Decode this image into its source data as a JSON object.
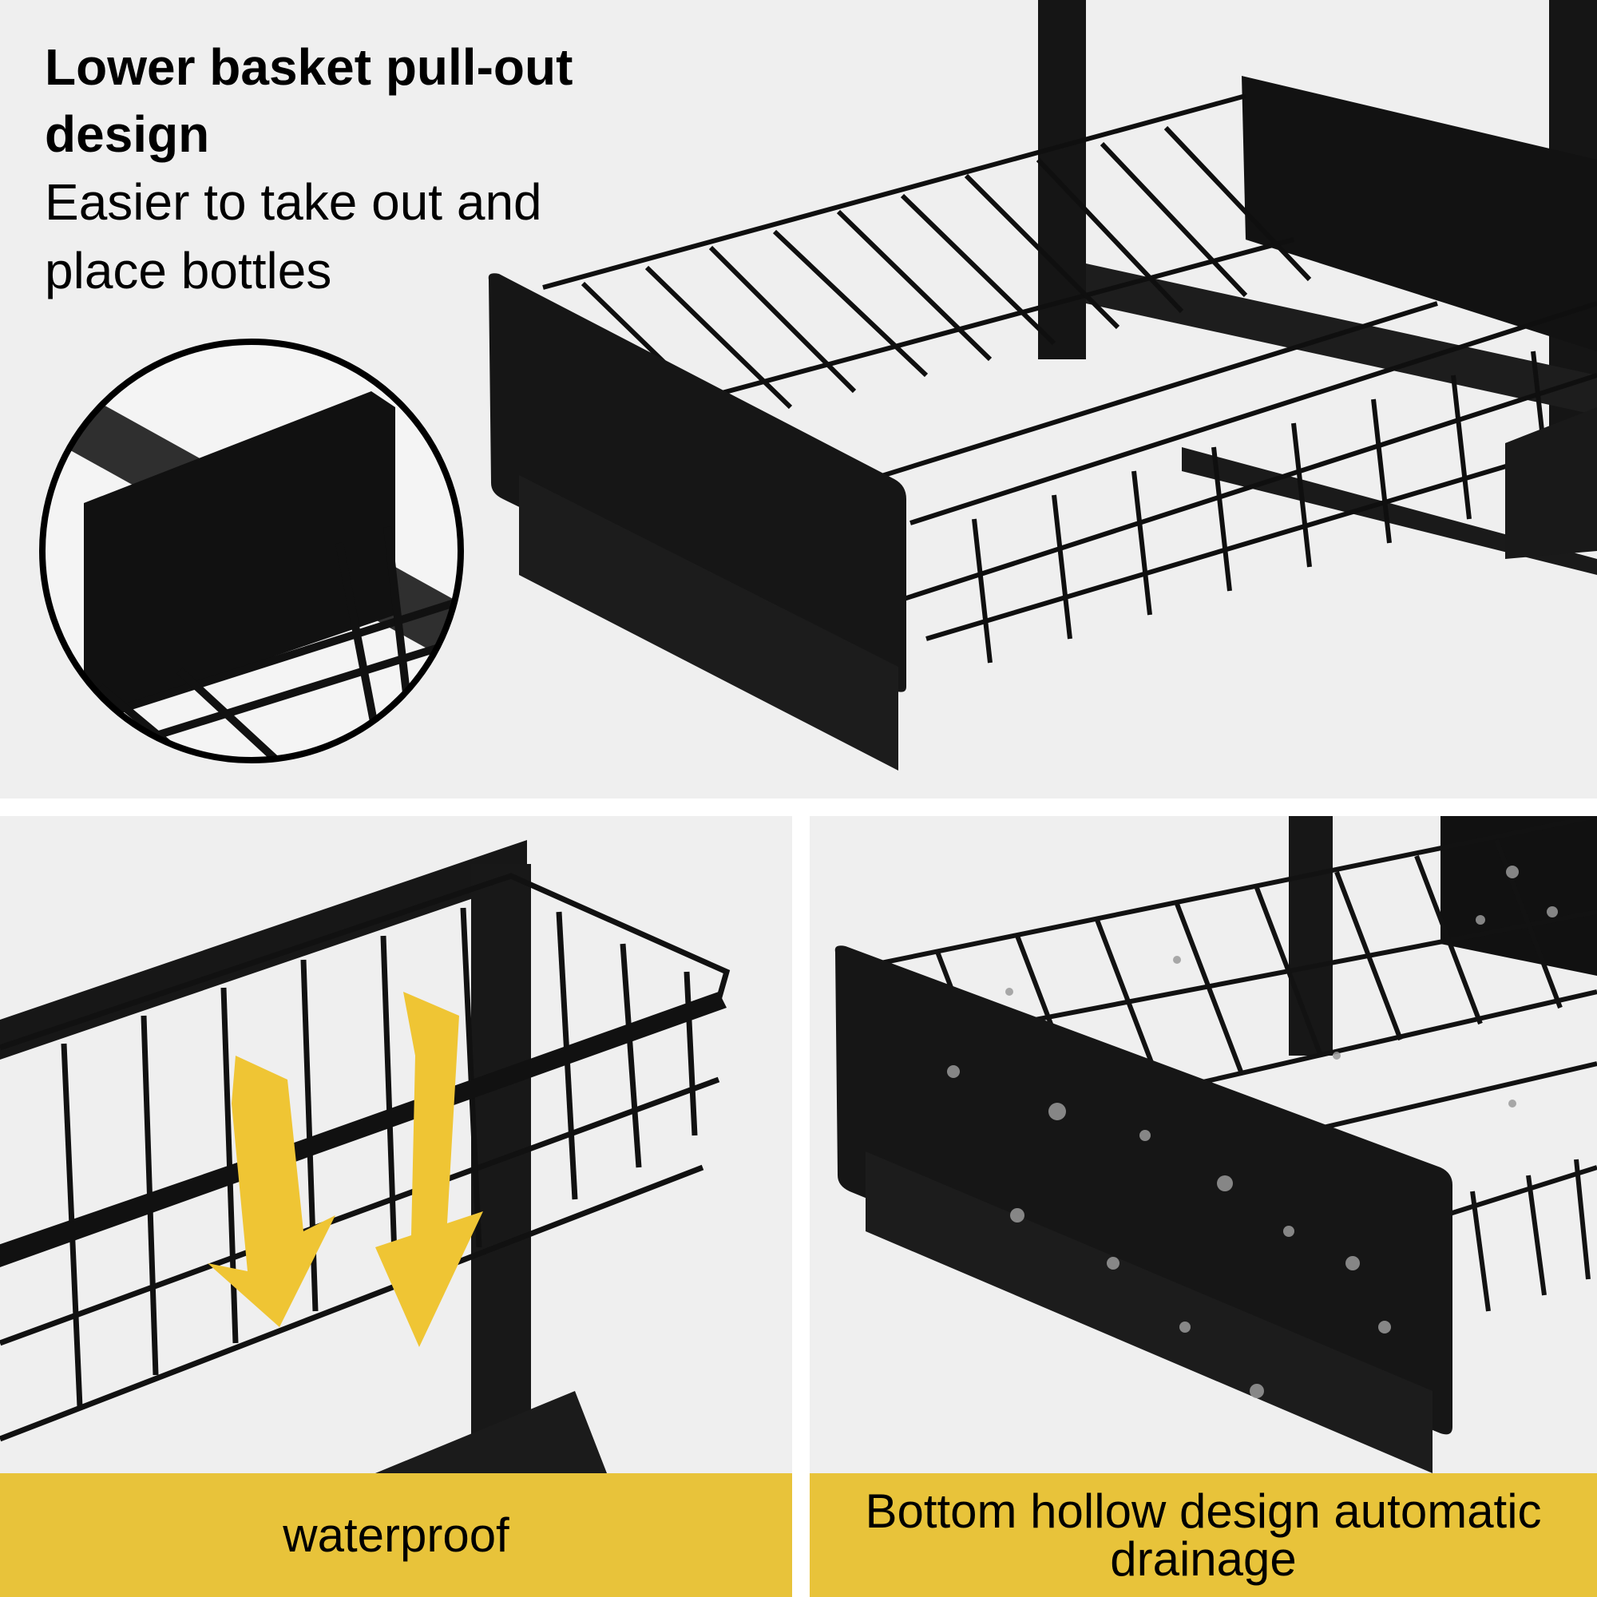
{
  "top_panel": {
    "headline": "Lower basket pull-out design",
    "subline": "Easier to take out and place bottles"
  },
  "bottom_left": {
    "caption": "waterproof"
  },
  "bottom_right": {
    "caption": "Bottom hollow design automatic drainage"
  },
  "colors": {
    "panel_background": "#efefef",
    "banner_yellow": "#e8c33a",
    "arrow_yellow": "#efc534",
    "metal_black": "#141414"
  },
  "icons": [
    "zoom-circle-detail",
    "drain-arrow-icon"
  ]
}
